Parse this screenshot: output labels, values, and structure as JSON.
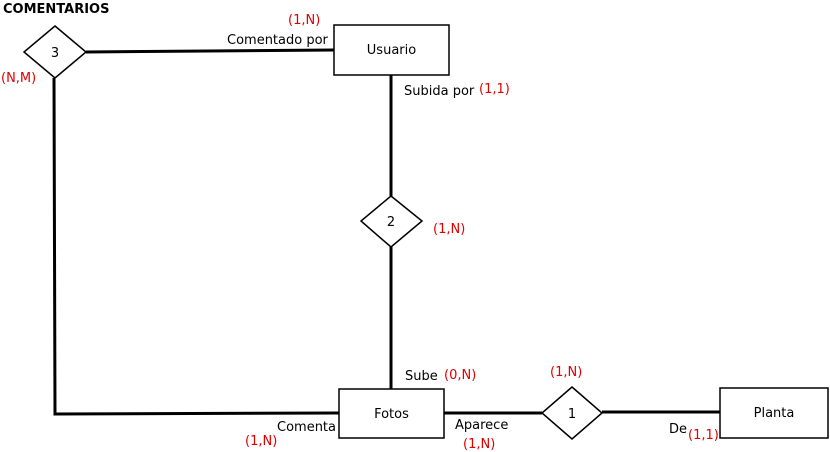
{
  "title": "COMENTARIOS",
  "colors": {
    "line": "#000000",
    "cardinality": "#e00000",
    "background": "#ffffff"
  },
  "entities": {
    "usuario": "Usuario",
    "fotos": "Fotos",
    "planta": "Planta"
  },
  "relationships": {
    "r1": "1",
    "r2": "2",
    "r3": "3"
  },
  "roles": {
    "comentado_por": "Comentado por",
    "subida_por": "Subida por",
    "sube": "Sube",
    "comenta": "Comenta",
    "aparece": "Aparece",
    "de": "De"
  },
  "cardinalities": {
    "r3_usuario": "(1,N)",
    "r3_left": "(N,M)",
    "r2_usuario": "(1,1)",
    "r2_mid": "(1,N)",
    "r2_fotos": "(0,N)",
    "r3_fotos": "(1,N)",
    "r1_fotos": "(1,N)",
    "r1_top": "(1,N)",
    "r1_planta": "(1,1)"
  }
}
